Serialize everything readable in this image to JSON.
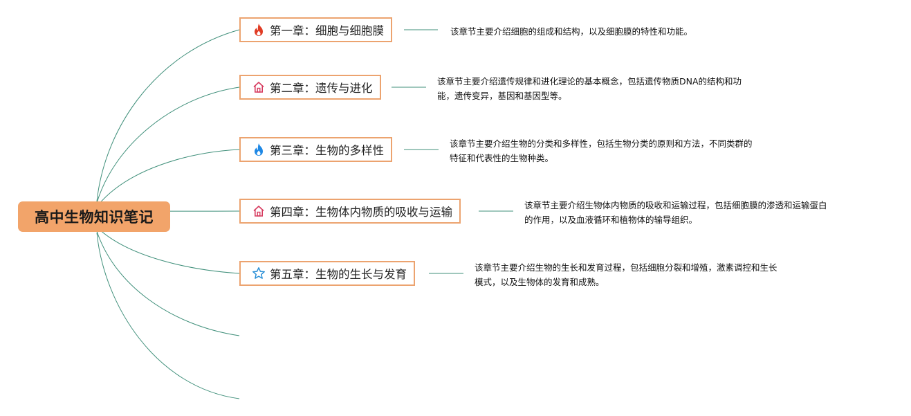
{
  "root": {
    "label": "高中生物知识笔记"
  },
  "chapters": [
    {
      "label": "第一章：细胞与细胞膜",
      "icon": "fire-icon",
      "icon_color": "#e03b24",
      "description": [
        "该章节主要介绍细胞的组成和结构，以及细胞膜的特性和功能。"
      ]
    },
    {
      "label": "第二章：遗传与进化",
      "icon": "house-icon",
      "icon_color": "#d63a5e",
      "description": [
        "该章节主要介绍遗传规律和进化理论的基本概念，包括遗传物质DNA的结构和功",
        "能，遗传变异，基因和基因型等。"
      ]
    },
    {
      "label": "第三章：生物的多样性",
      "icon": "water-drop-flame-icon",
      "icon_color": "#1e88e5",
      "description": [
        "该章节主要介绍生物的分类和多样性，包括生物分类的原则和方法，不同类群的",
        "特征和代表性的生物种类。"
      ]
    },
    {
      "label": "第四章：生物体内物质的吸收与运输",
      "icon": "house-icon",
      "icon_color": "#d63a5e",
      "description": [
        "该章节主要介绍生物体内物质的吸收和运输过程，包括细胞膜的渗透和运输蛋白",
        "的作用，以及血液循环和植物体的输导组织。"
      ]
    },
    {
      "label": "第五章：生物的生长与发育",
      "icon": "star-icon",
      "icon_color": "#2a8fd6",
      "description": [
        "该章节主要介绍生物的生长和发育过程，包括细胞分裂和增殖，激素调控和生长",
        "模式，以及生物体的发育和成熟。"
      ]
    }
  ],
  "colors": {
    "connector": "#3f8f7a",
    "root_fill": "#f2a46a",
    "node_border": "#eca36f"
  }
}
